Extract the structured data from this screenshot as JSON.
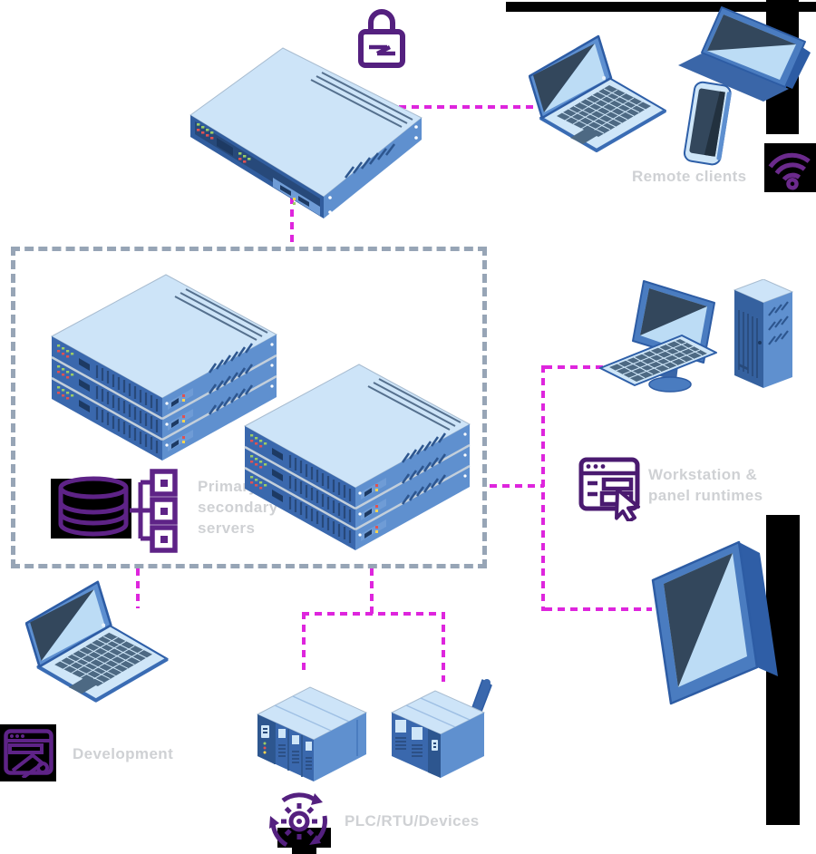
{
  "diagram": {
    "labels": {
      "remote_clients": "Remote clients",
      "servers": "Primary &\nsecondary\nservers",
      "workstation": "Workstation &\npanel runtimes",
      "development": "Development",
      "plc": "PLC/RTU/Devices"
    },
    "nodes": [
      "network-switch",
      "server-stack-primary",
      "server-stack-secondary",
      "remote-laptop",
      "remote-tablet",
      "remote-phone",
      "workstation-desktop",
      "hmi-panel",
      "development-laptop",
      "plc-controller",
      "rtu-device"
    ],
    "icons": [
      "padlock-icon",
      "wifi-icon",
      "database-distribution-icon",
      "browser-cursor-icon",
      "browser-edit-icon",
      "gear-sync-icon"
    ],
    "colors": {
      "connector_magenta": "#de25dd",
      "icon_purple": "#54207f",
      "dashed_box_gray": "#97a5b6",
      "label_gray": "#cfd1d4",
      "device_top_blue": "#cde4f8",
      "device_front_blue": "#3a68ad",
      "device_side_blue": "#5f90cf",
      "screen_dark": "#33475c",
      "screen_light": "#bcdcf5",
      "black_block": "#000000",
      "led_green": "#9ccc65",
      "led_red": "#e05252",
      "led_yellow": "#ffd54f"
    }
  }
}
